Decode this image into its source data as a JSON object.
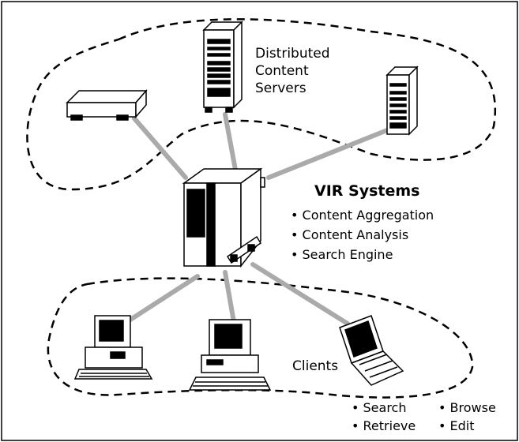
{
  "servers_label": [
    "Distributed",
    "Content",
    "Servers"
  ],
  "vir": {
    "title": "VIR Systems",
    "features": [
      "• Content Aggregation",
      "• Content Analysis",
      "• Search Engine"
    ]
  },
  "clients_label": "Clients",
  "client_actions": {
    "left": [
      "• Search",
      "• Retrieve"
    ],
    "right": [
      "• Browse",
      "• Edit"
    ]
  },
  "colors": {
    "stroke": "#000000",
    "link": "#aaaaaa",
    "fill": "#ffffff"
  }
}
